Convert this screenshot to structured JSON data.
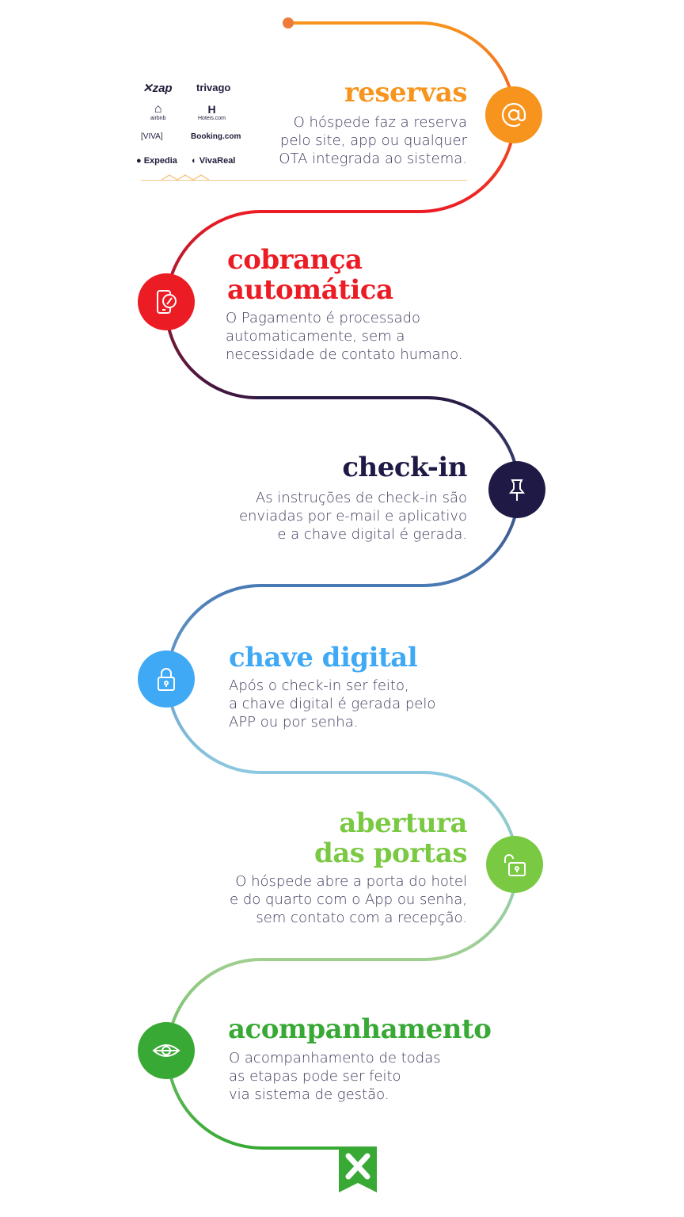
{
  "steps": [
    {
      "id": "reservas",
      "title": "reservas",
      "desc": [
        "O hóspede faz a reserva",
        "pelo site, app ou qualquer",
        "OTA integrada ao sistema."
      ],
      "color": "#f7941d",
      "icon": "at-sign-icon"
    },
    {
      "id": "cobranca",
      "title": [
        "cobrança",
        "automática"
      ],
      "desc": [
        "O Pagamento é processado",
        "automaticamente, sem a",
        "necessidade de contato humano."
      ],
      "color": "#ec1c24",
      "icon": "phone-payment-icon"
    },
    {
      "id": "checkin",
      "title": "check-in",
      "desc": [
        "As instruções de check-in são",
        "enviadas por e-mail e aplicativo",
        "e a chave digital é gerada."
      ],
      "color": "#1e1a45",
      "icon": "pushpin-icon"
    },
    {
      "id": "chave",
      "title": "chave digital",
      "desc": [
        "Após o check-in ser feito,",
        "a chave digital é gerada pelo",
        "APP ou por senha."
      ],
      "color": "#3fa9f5",
      "icon": "lock-icon"
    },
    {
      "id": "abertura",
      "title": [
        "abertura",
        "das portas"
      ],
      "desc": [
        "O hóspede abre a porta do hotel",
        "e do quarto com o App ou senha,",
        "sem contato com a recepção."
      ],
      "color": "#7ac943",
      "icon": "unlock-icon"
    },
    {
      "id": "acompanhamento",
      "title": "acompanhamento",
      "desc": [
        "O acompanhamento de todas",
        "as etapas pode ser feito",
        "via sistema de gestão."
      ],
      "color": "#39a935",
      "icon": "eye-icon"
    }
  ],
  "partner_logos": [
    "zap",
    "trivago",
    "airbnb",
    "Hoteis.com",
    "[VIVA]",
    "Booking.com",
    "Expedia",
    "VivaReal"
  ],
  "path_colors": [
    "#f7941d",
    "#ec1c24",
    "#1e1a45",
    "#4a7ab5",
    "#8cc9e0",
    "#39a935"
  ],
  "brand": {
    "icon": "brand-x-bookmark-icon",
    "color": "#39a935"
  }
}
